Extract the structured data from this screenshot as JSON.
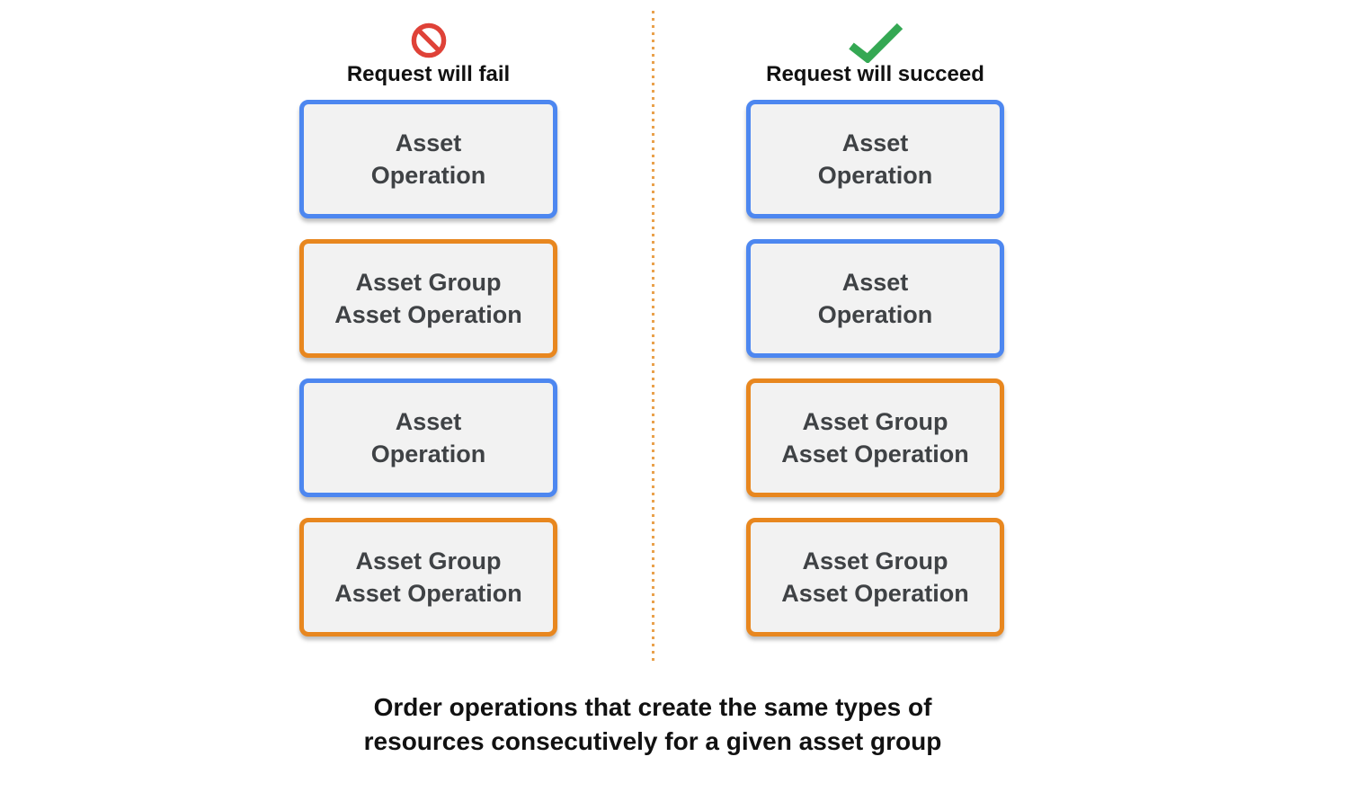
{
  "fail_column": {
    "icon": "prohibited-icon",
    "header": "Request will fail",
    "boxes": [
      {
        "line1": "Asset",
        "line2": "Operation",
        "border": "blue"
      },
      {
        "line1": "Asset Group",
        "line2": "Asset Operation",
        "border": "orange"
      },
      {
        "line1": "Asset",
        "line2": "Operation",
        "border": "blue"
      },
      {
        "line1": "Asset Group",
        "line2": "Asset Operation",
        "border": "orange"
      }
    ]
  },
  "succeed_column": {
    "icon": "checkmark-icon",
    "header": "Request will succeed",
    "boxes": [
      {
        "line1": "Asset",
        "line2": "Operation",
        "border": "blue"
      },
      {
        "line1": "Asset",
        "line2": "Operation",
        "border": "blue"
      },
      {
        "line1": "Asset Group",
        "line2": "Asset Operation",
        "border": "orange"
      },
      {
        "line1": "Asset Group",
        "line2": "Asset Operation",
        "border": "orange"
      }
    ]
  },
  "caption": {
    "line1": "Order operations that create the same types of",
    "line2": "resources consecutively for a given asset group"
  },
  "colors": {
    "blue_border": "#4D87F0",
    "orange_border": "#E8871F",
    "box_fill": "#F2F2F2",
    "box_text": "#3F4245",
    "fail_icon_red": "#DF4238",
    "success_icon_green": "#34A853",
    "divider_dots_orange": "#E9A14C",
    "heading_text": "#111111"
  }
}
